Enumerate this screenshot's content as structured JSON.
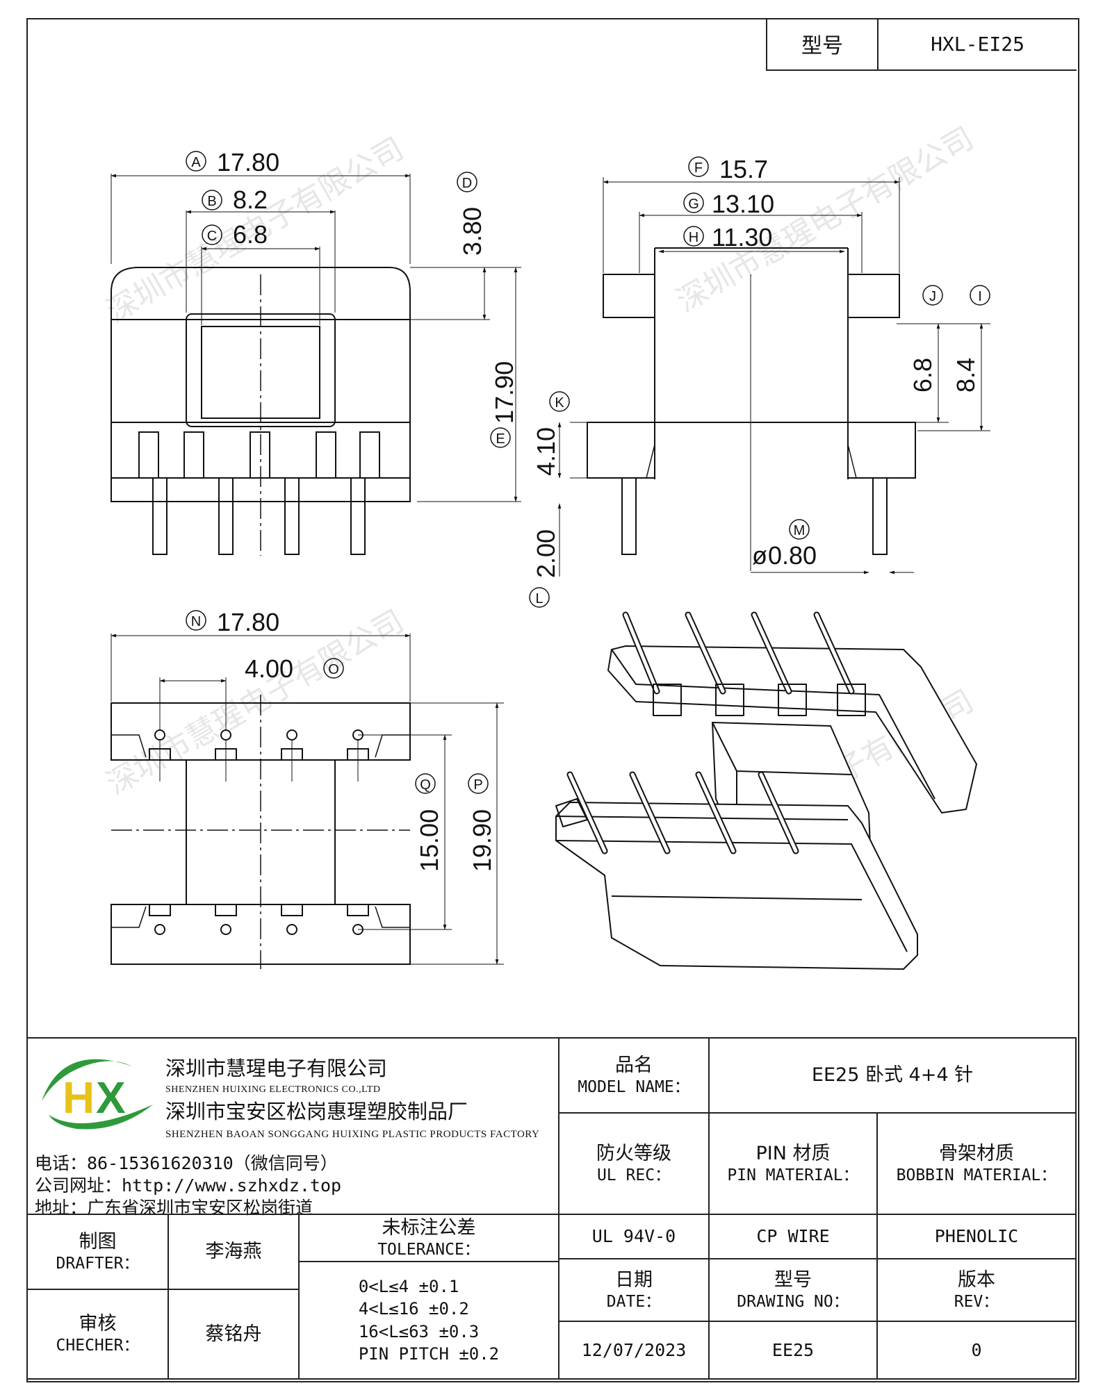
{
  "header": {
    "model_label": "型号",
    "model_value": "HXL-EI25"
  },
  "dimensions": {
    "A": "17.80",
    "B": "8.2",
    "C": "6.8",
    "D": "3.80",
    "E": "17.90",
    "F": "15.7",
    "G": "13.10",
    "H": "11.30",
    "J": "6.8",
    "I": "8.4",
    "K": "4.10",
    "L": "2.00",
    "M": "0.80",
    "N": "17.80",
    "O": "4.00",
    "Q": "15.00",
    "P": "19.90"
  },
  "dimension_letters": [
    "A",
    "B",
    "C",
    "D",
    "E",
    "F",
    "G",
    "H",
    "J",
    "I",
    "K",
    "L",
    "M",
    "N",
    "O",
    "Q",
    "P"
  ],
  "watermark": "深圳市慧瑆电子有限公司",
  "company": {
    "name_cn": "深圳市慧瑆电子有限公司",
    "name_en": "SHENZHEN HUIXING ELECTRONICS CO.,LTD",
    "factory_cn": "深圳市宝安区松岗惠瑆塑胶制品厂",
    "factory_en": "SHENZHEN BAOAN SONGGANG HUIXING PLASTIC PRODUCTS FACTORY",
    "phone": "电话：86-15361620310（微信同号）",
    "website": "公司网址：http://www.szhxdz.top",
    "address": "地址：广东省深圳市宝安区松岗街道",
    "logo_text": "HX"
  },
  "colors": {
    "logo_green": "#2e9a3a",
    "logo_yellow": "#e7c21b",
    "line": "#222222"
  },
  "title_block": {
    "model_name_cn": "品名",
    "model_name_en": "MODEL NAME：",
    "model_name_value": "EE25 卧式 4+4 针",
    "fire_cn": "防火等级",
    "fire_en": "UL REC：",
    "pin_cn": "PIN 材质",
    "pin_en": "PIN MATERIAL：",
    "bobbin_cn": "骨架材质",
    "bobbin_en": "BOBBIN MATERIAL：",
    "drafter_cn": "制图",
    "drafter_en": "DRAFTER：",
    "drafter_value": "李海燕",
    "checker_cn": "审核",
    "checker_en": "CHECHER：",
    "checker_value": "蔡铭舟",
    "tolerance_cn": "未标注公差",
    "tolerance_en": "TOLERANCE：",
    "tolerance_lines": [
      "0<L≤4  ±0.1",
      "4<L≤16 ±0.2",
      "16<L≤63 ±0.3",
      "PIN PITCH ±0.2"
    ],
    "ul_value": "UL 94V-0",
    "pin_value": "CP WIRE",
    "bobbin_value": "PHENOLIC",
    "date_cn": "日期",
    "date_en": "DATE：",
    "date_value": "12/07/2023",
    "drawing_cn": "型号",
    "drawing_en": "DRAWING NO：",
    "drawing_value": "EE25",
    "rev_cn": "版本",
    "rev_en": "REV：",
    "rev_value": "0"
  }
}
